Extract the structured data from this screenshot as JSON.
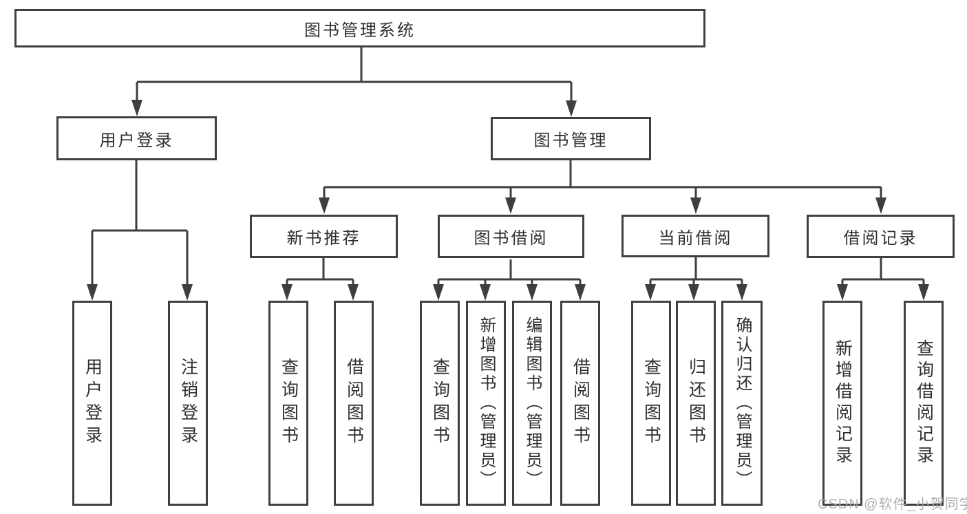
{
  "tree": {
    "label": "图书管理系统",
    "children": [
      {
        "label": "用户登录",
        "children": [
          {
            "label": "用户登录"
          },
          {
            "label": "注销登录"
          }
        ]
      },
      {
        "label": "图书管理",
        "children": [
          {
            "label": "新书推荐",
            "children": [
              {
                "label": "查询图书"
              },
              {
                "label": "借阅图书"
              }
            ]
          },
          {
            "label": "图书借阅",
            "children": [
              {
                "label": "查询图书"
              },
              {
                "label": "新增图书（管理员）"
              },
              {
                "label": "编辑图书（管理员）"
              },
              {
                "label": "借阅图书"
              }
            ]
          },
          {
            "label": "当前借阅",
            "children": [
              {
                "label": "查询图书"
              },
              {
                "label": "归还图书"
              },
              {
                "label": "确认归还（管理员）"
              }
            ]
          },
          {
            "label": "借阅记录",
            "children": [
              {
                "label": "新增借阅记录"
              },
              {
                "label": "查询借阅记录"
              }
            ]
          }
        ]
      }
    ]
  },
  "watermark": {
    "text": "CSDN @软件_小贺同学",
    "color": "#acacac"
  },
  "colors": {
    "background": "#ffffff",
    "line": "#3e3e3e",
    "box_border": "#404040",
    "text": "#2f2f2f"
  }
}
